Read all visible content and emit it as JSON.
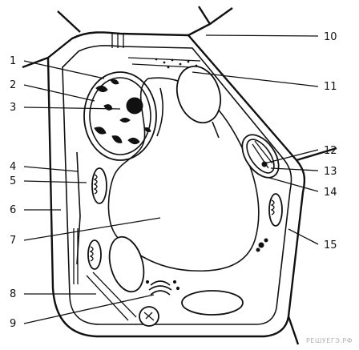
{
  "labels": {
    "l1": "1",
    "l2": "2",
    "l3": "3",
    "l4": "4",
    "l5": "5",
    "l6": "6",
    "l7": "7",
    "l8": "8",
    "l9": "9",
    "l10": "10",
    "l11": "11",
    "l12": "12",
    "l13": "13",
    "l14": "14",
    "l15": "15"
  },
  "watermark": "РЕШУЕГЭ.РФ"
}
